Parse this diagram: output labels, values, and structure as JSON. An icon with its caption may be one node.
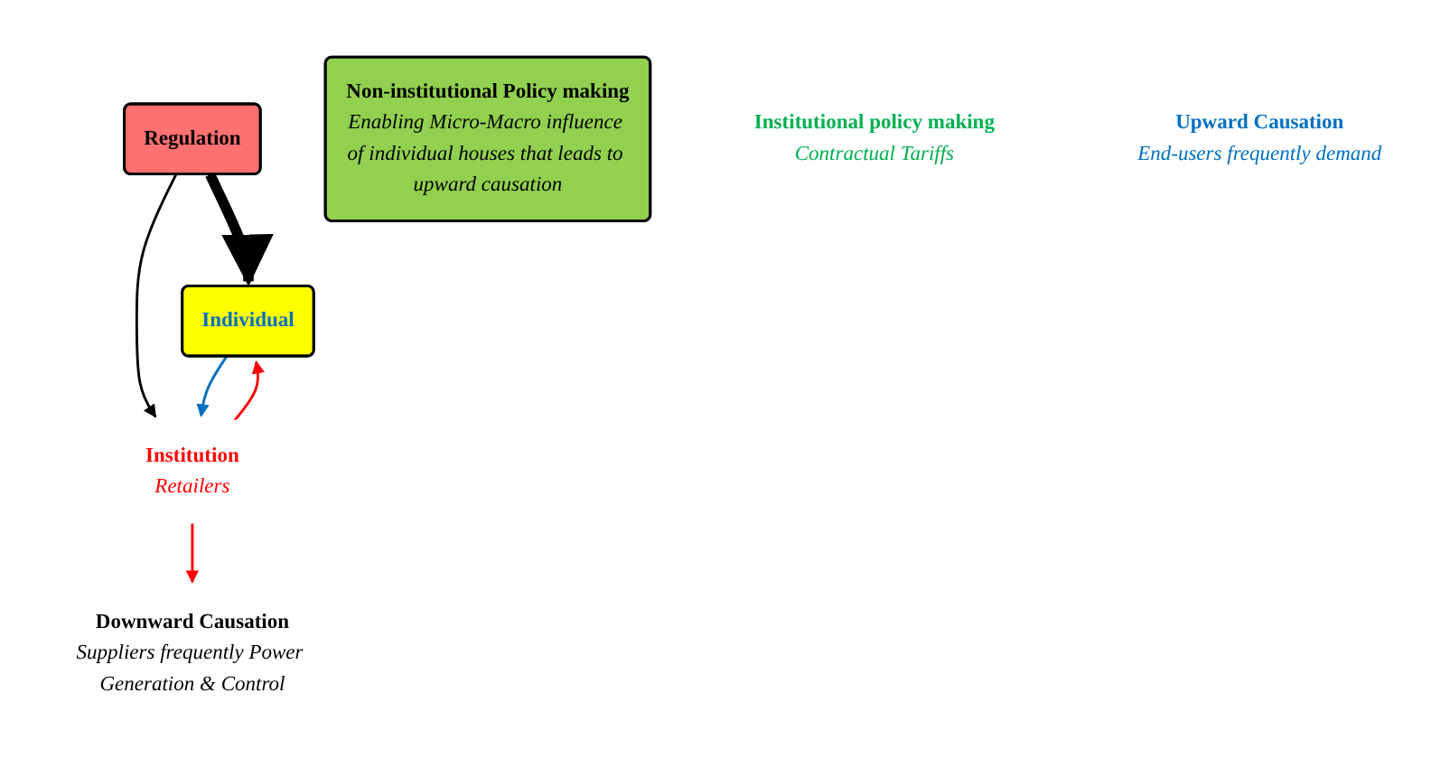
{
  "diagram": {
    "nodes": [
      {
        "text": [
          "Regulation"
        ]
      },
      {
        "text": [
          "Non-institutional Policy making",
          "Enabling Micro-Macro influence of individual houses that leads to upward causation"
        ]
      },
      {
        "text": [
          "Individual"
        ]
      },
      {
        "text": [
          "Downward Causation",
          "Suppliers frequently Power Generation & Control"
        ]
      },
      {
        "text": [
          "Institution",
          "Retailers"
        ]
      },
      {
        "text": [
          "Institutional policy making",
          "Contractual Tariffs"
        ]
      },
      {
        "text": [
          "Upward Causation",
          "End-users frequently demand"
        ]
      }
    ],
    "edges": [
      {
        "from": 0,
        "to": 2,
        "arrow": "to",
        "style": "thick"
      },
      {
        "from": 4,
        "to": 3,
        "arrow": "to",
        "color": "#ff0000"
      },
      {
        "from": 0,
        "to": 4,
        "arrow": "to"
      },
      {
        "from": 4,
        "to": 2,
        "arrow": "to",
        "color": "#ff0000"
      },
      {
        "from": 2,
        "to": 4,
        "arrow": "to",
        "color": "#0070c0"
      }
    ]
  }
}
